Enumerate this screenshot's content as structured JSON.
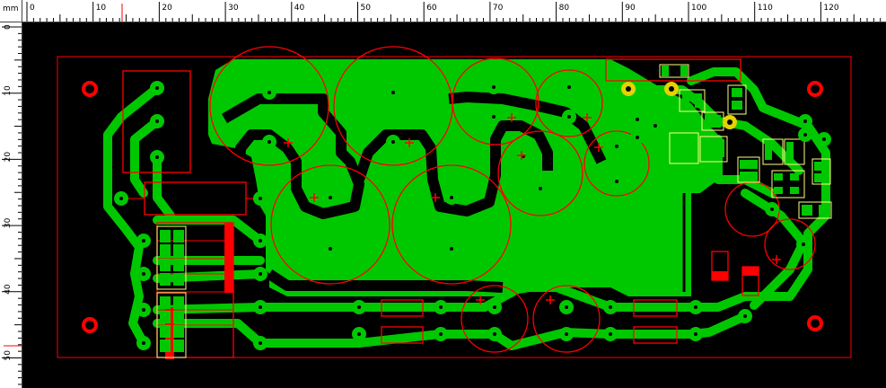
{
  "ruler": {
    "unit": "mm",
    "x_labels": [
      "0",
      "10",
      "20",
      "30",
      "40",
      "50",
      "60",
      "70",
      "80",
      "90",
      "100",
      "110",
      "120"
    ],
    "y_labels": [
      "0",
      "10",
      "20",
      "30",
      "40",
      "50"
    ]
  },
  "colors": {
    "copper": "#00c800",
    "outline": "#ff0000",
    "silk": "#ffff80",
    "background": "#000000",
    "pad_yellow": "#e6d200"
  }
}
